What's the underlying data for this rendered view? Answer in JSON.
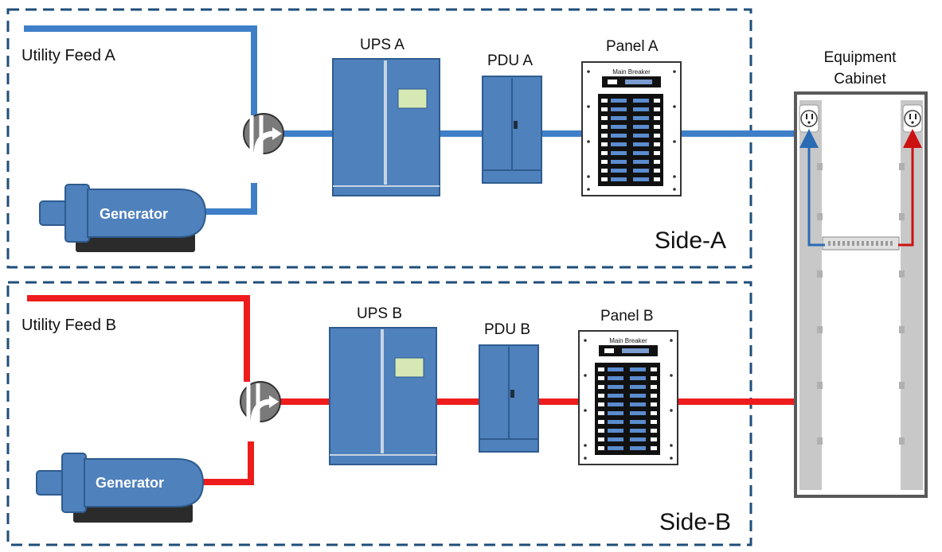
{
  "colors": {
    "feed_a": "#3f7fc8",
    "feed_b": "#ee1c1c",
    "equipment_blue": "#4f81bd",
    "equipment_dark": "#2e5c8e",
    "border_dash": "#1f4e79",
    "cabinet_frame": "#7f7f7f",
    "cabinet_rail": "#c8c8c8"
  },
  "side_a": {
    "label": "Side-A",
    "utility_label": "Utility Feed A",
    "generator_label": "Generator",
    "ups_label": "UPS A",
    "pdu_label": "PDU A",
    "panel_label": "Panel A",
    "main_breaker_label": "Main Breaker"
  },
  "side_b": {
    "label": "Side-B",
    "utility_label": "Utility Feed B",
    "generator_label": "Generator",
    "ups_label": "UPS B",
    "pdu_label": "PDU B",
    "panel_label": "Panel B",
    "main_breaker_label": "Main Breaker"
  },
  "cabinet": {
    "title_line1": "Equipment",
    "title_line2": "Cabinet",
    "outlet_icon": "power-outlet-icon"
  }
}
